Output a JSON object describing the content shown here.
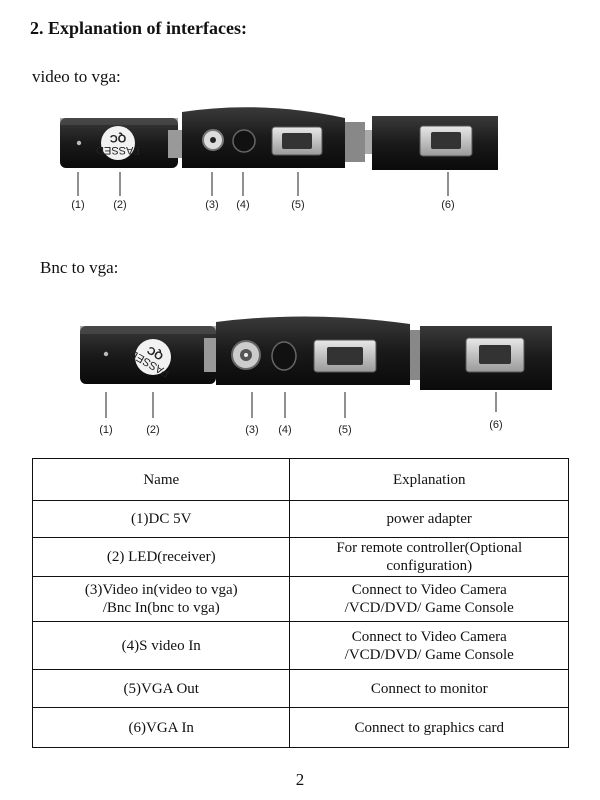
{
  "heading": "2.  Explanation of interfaces:",
  "section1": {
    "title": "video to vga:",
    "labels": [
      "(1)",
      "(2)",
      "(3)",
      "(4)",
      "(5)",
      "(6)"
    ]
  },
  "section2": {
    "title": "Bnc to vga:",
    "labels": [
      "(1)",
      "(2)",
      "(3)",
      "(4)",
      "(5)",
      "(6)"
    ]
  },
  "device_text": {
    "stamp_line1": "PASSED",
    "stamp_line2": "QC"
  },
  "table": {
    "headers": [
      "Name",
      "Explanation"
    ],
    "rows": [
      {
        "name": [
          "(1)DC 5V"
        ],
        "explanation": [
          "power adapter"
        ]
      },
      {
        "name": [
          "(2) LED(receiver)"
        ],
        "explanation": [
          "For remote controller(Optional",
          "configuration)"
        ]
      },
      {
        "name": [
          "(3)Video in(video to vga)",
          "/Bnc In(bnc to vga)"
        ],
        "explanation": [
          "Connect to Video Camera",
          "/VCD/DVD/ Game Console"
        ]
      },
      {
        "name": [
          "(4)S video In"
        ],
        "explanation": [
          "Connect to Video Camera",
          "/VCD/DVD/ Game Console"
        ]
      },
      {
        "name": [
          "(5)VGA Out"
        ],
        "explanation": [
          "Connect to monitor"
        ]
      },
      {
        "name": [
          "(6)VGA In"
        ],
        "explanation": [
          "Connect to graphics card"
        ]
      }
    ]
  },
  "page_number": "2"
}
